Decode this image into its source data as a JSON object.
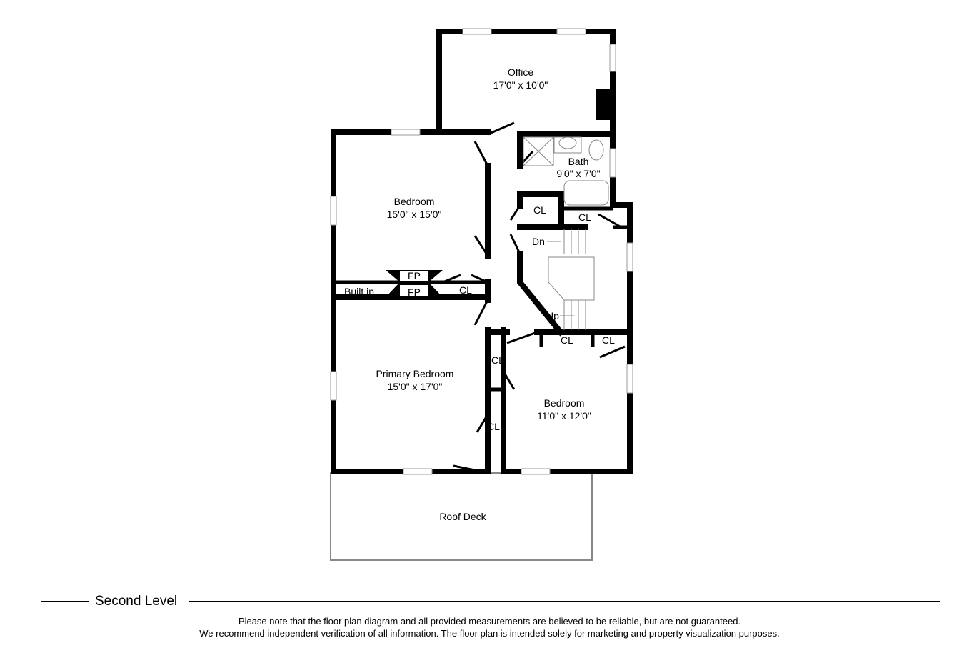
{
  "rooms": {
    "office": {
      "name": "Office",
      "size": "17'0\" x 10'0\""
    },
    "bath": {
      "name": "Bath",
      "size": "9'0\" x 7'0\""
    },
    "bedroom1": {
      "name": "Bedroom",
      "size": "15'0\" x 15'0\""
    },
    "primary": {
      "name": "Primary Bedroom",
      "size": "15'0\" x 17'0\""
    },
    "bedroom2": {
      "name": "Bedroom",
      "size": "11'0\" x 12'0\""
    },
    "roof_deck": {
      "name": "Roof Deck"
    }
  },
  "labels": {
    "closet": "CL",
    "fireplace": "FP",
    "built_in": "Built in",
    "stairs_down": "Dn",
    "stairs_up": "Up"
  },
  "footer": {
    "level": "Second Level",
    "disclaimer_1": "Please note that the floor plan diagram and all provided measurements are believed to be reliable, but are not guaranteed.",
    "disclaimer_2": "We recommend independent verification of all information. The floor plan is intended solely for marketing and property visualization purposes."
  }
}
